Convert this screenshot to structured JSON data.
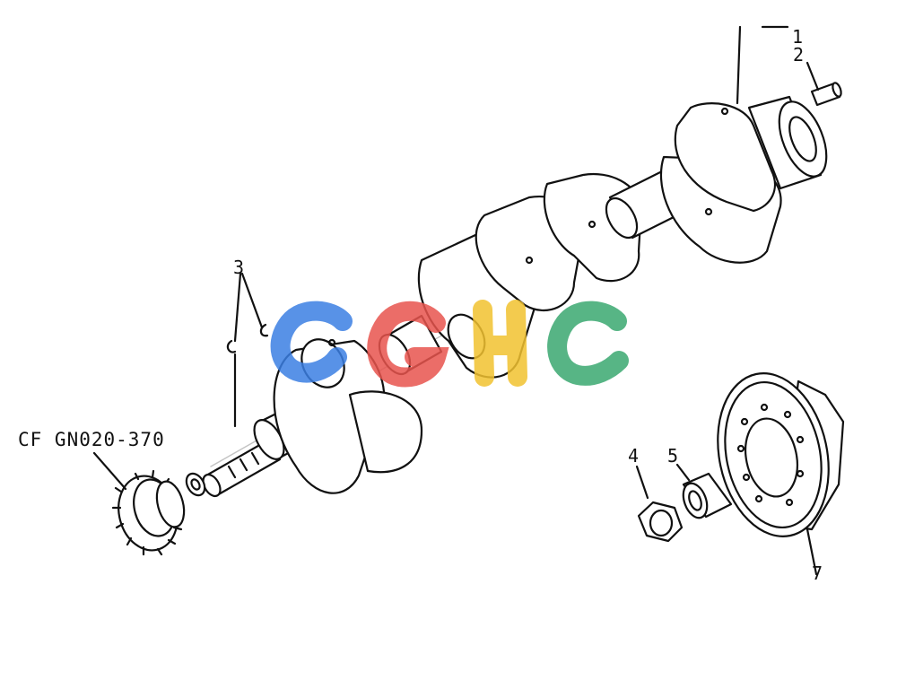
{
  "callouts": {
    "c1": "1",
    "c2": "2",
    "c3": "3",
    "c4": "4",
    "c5": "5",
    "c7": "7"
  },
  "reference": "CF GN020-370",
  "watermark": {
    "text": "CGHC",
    "colors": [
      "#3b7fe3",
      "#e8544e",
      "#f2c230",
      "#3aa870"
    ]
  }
}
